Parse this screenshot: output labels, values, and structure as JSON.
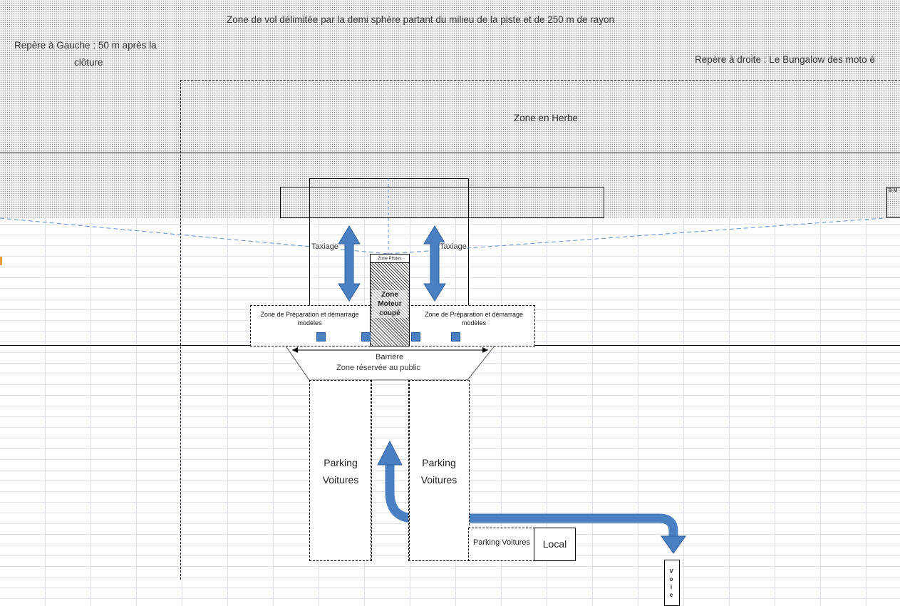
{
  "texts": {
    "zone_vol": "Zone de vol délimitée par la demi sphère partant du milieu de la piste et de 250 m de rayon",
    "repere_gauche_1": "Repère à Gauche : 50 m après la",
    "repere_gauche_2": "clôture",
    "repere_droite": "Repère à droite : Le Bungalow des moto é",
    "zone_herbe": "Zone en Herbe",
    "taxiage_left": "Taxiage",
    "taxiage_right": "Taxiage",
    "zone_pilotes": "Zone Pilotes",
    "zone_moteur": "Zone Moteur coupé",
    "prep_left": "Zone de Préparation et démarrage modèles",
    "prep_right": "Zone de Préparation et démarrage modèles",
    "barriere": "Barrière",
    "zone_public": "Zone réservée au public",
    "parking_left": "Parking Voitures",
    "parking_right": "Parking Voitures",
    "parking_small": "Parking Voitures",
    "local": "Local",
    "voie": "Voie",
    "bungalow": "B M"
  },
  "colors": {
    "arrow": "#4a7fc1",
    "arrow_dark": "#2e5f9e",
    "sightline": "#5b8fd0"
  }
}
